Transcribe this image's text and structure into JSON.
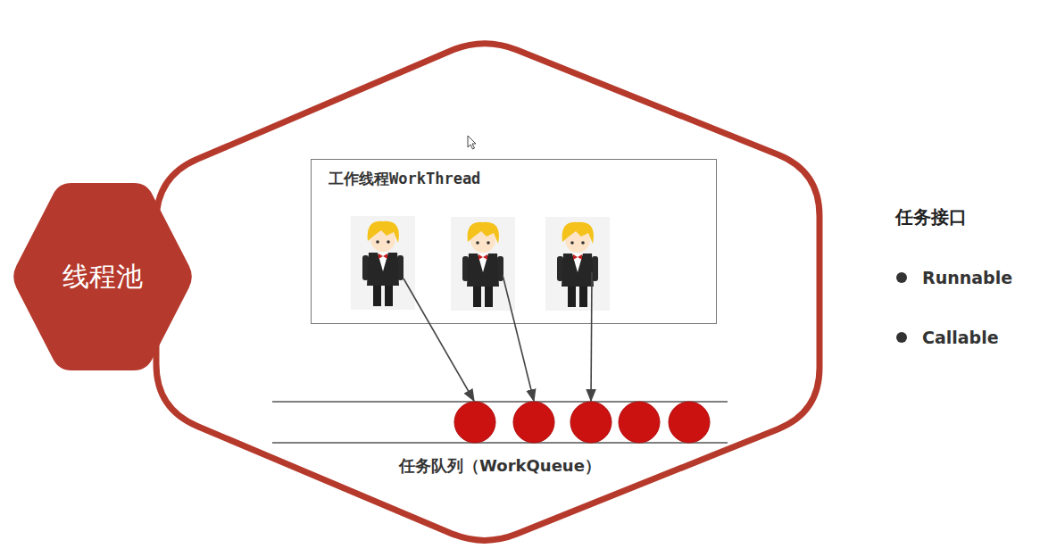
{
  "diagram": {
    "nodes": [
      {
        "text": [
          "线程池"
        ]
      },
      {
        "text": [
          "工作线程WorkThread"
        ],
        "in": 0
      },
      {
        "text": [
          "任务队列（WorkQueue）"
        ],
        "in": 0
      }
    ],
    "edges": [
      {
        "from": 1,
        "to": 2,
        "arrow": "to"
      },
      {
        "from": 1,
        "to": 2,
        "arrow": "to"
      },
      {
        "from": 1,
        "to": 2,
        "arrow": "to"
      }
    ],
    "labels": [
      "任务接口",
      "Runnable",
      "Callable"
    ]
  }
}
